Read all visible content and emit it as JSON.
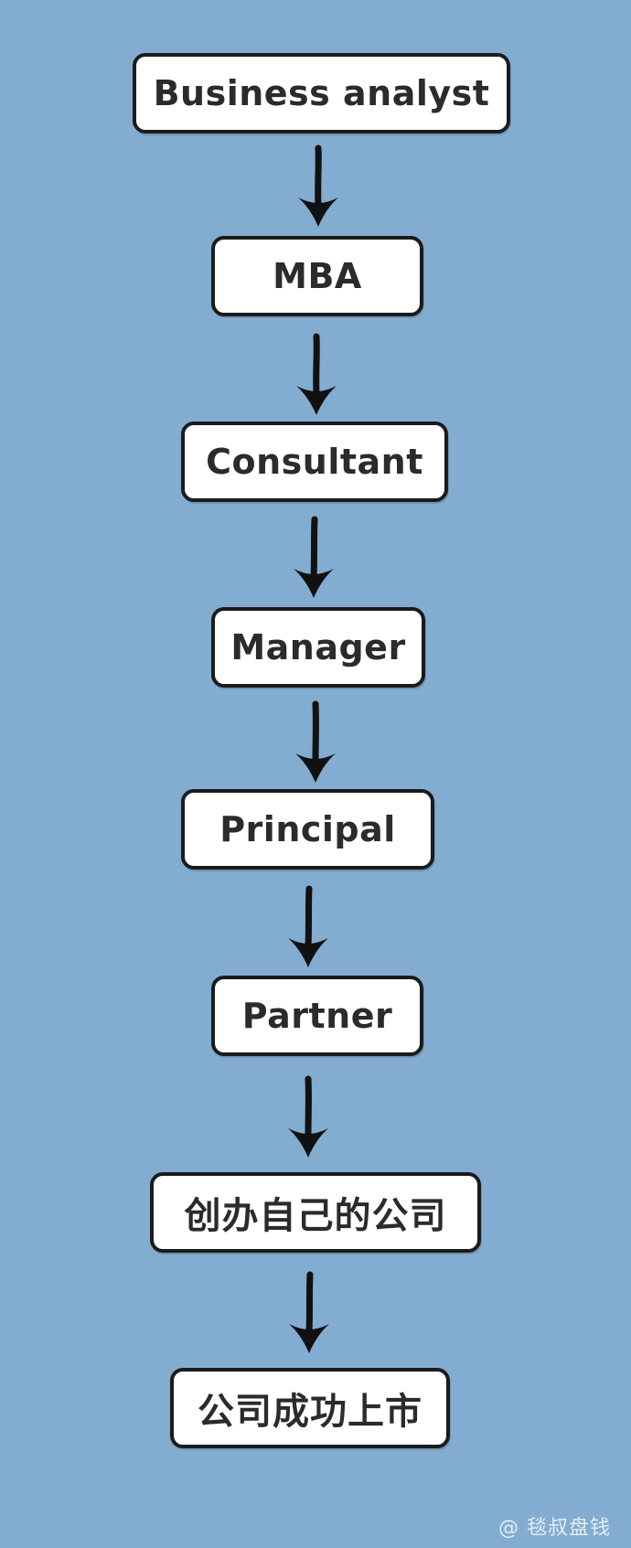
{
  "colors": {
    "background": "#82acd0",
    "box_fill": "#ffffff",
    "box_border": "#1b1b1b",
    "text": "#2b2b2b",
    "arrow": "#111111",
    "watermark": "#e3edf6"
  },
  "flow": {
    "steps": [
      {
        "label": "Business analyst"
      },
      {
        "label": "MBA"
      },
      {
        "label": "Consultant"
      },
      {
        "label": "Manager"
      },
      {
        "label": "Principal"
      },
      {
        "label": "Partner"
      },
      {
        "label": "创办自己的公司"
      },
      {
        "label": "公司成功上市"
      }
    ],
    "arrow_icon": "down-arrow-icon"
  },
  "watermark": "@ 毯叔盘钱"
}
